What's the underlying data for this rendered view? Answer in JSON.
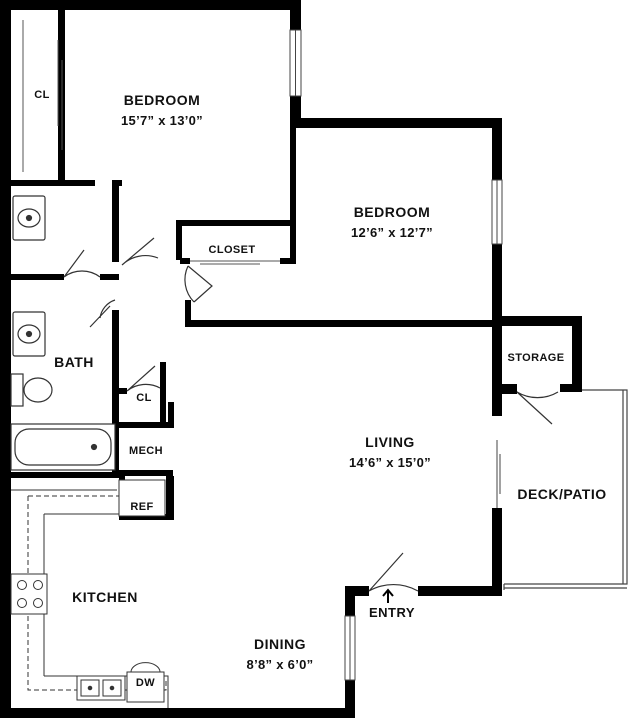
{
  "rooms": {
    "bedroom1": {
      "name": "BEDROOM",
      "dims": "15’7” x 13’0”"
    },
    "bedroom2": {
      "name": "BEDROOM",
      "dims": "12’6” x 12’7”"
    },
    "living": {
      "name": "LIVING",
      "dims": "14’6” x 15’0”"
    },
    "dining": {
      "name": "DINING",
      "dims": "8’8” x 6’0”"
    },
    "kitchen": {
      "name": "KITCHEN"
    },
    "bath": {
      "name": "BATH"
    },
    "deck": {
      "name": "DECK/PATIO"
    }
  },
  "fixtures": {
    "cl_top": "CL",
    "closet": "CLOSET",
    "storage": "STORAGE",
    "cl_hall": "CL",
    "mech": "MECH",
    "ref": "REF",
    "dw": "DW",
    "entry": "ENTRY"
  },
  "colors": {
    "wall": "#000000",
    "line": "#555555",
    "background": "#ffffff"
  }
}
